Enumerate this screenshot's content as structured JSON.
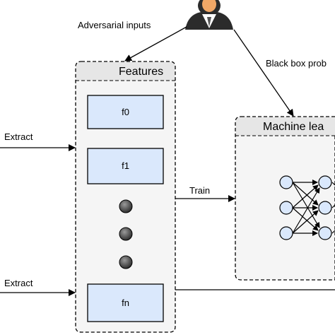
{
  "diagram": {
    "adversarial_inputs": "Adversarial inputs",
    "black_box": "Black box prob",
    "features_title": "Features",
    "ml_title": "Machine lea",
    "features": [
      "f0",
      "f1",
      "fn"
    ],
    "extract_top": "Extract",
    "extract_bottom": "Extract",
    "train": "Train",
    "colors": {
      "panel_fill": "#f5f5f5",
      "header_fill": "#e6e6e6",
      "feature_fill": "#dae8fc",
      "neuron_fill": "#dae8fc",
      "dot_fill": "#555555"
    }
  }
}
